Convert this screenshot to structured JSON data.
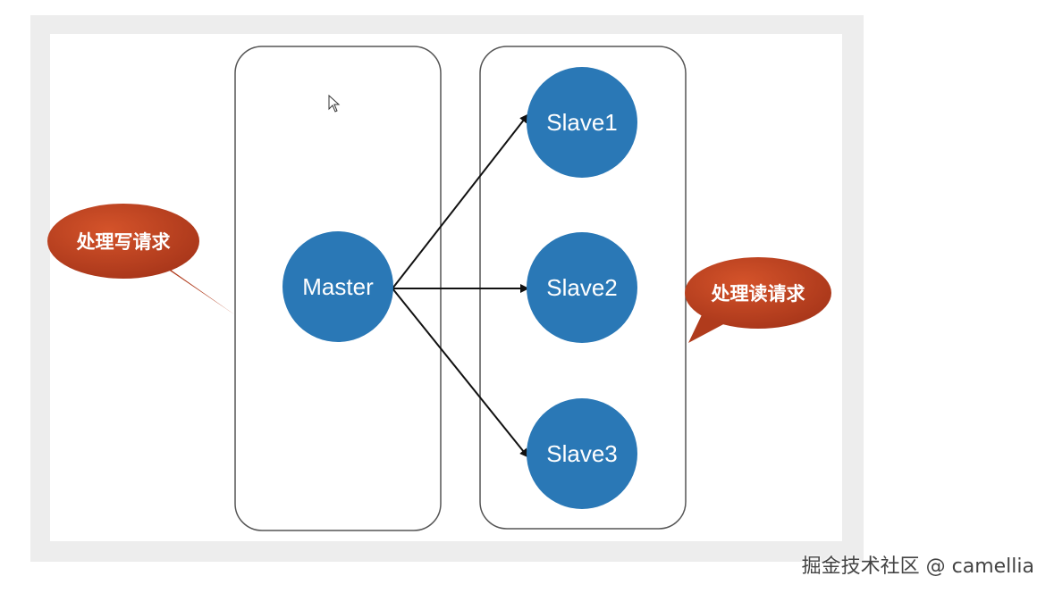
{
  "nodes": {
    "master": "Master",
    "slave1": "Slave1",
    "slave2": "Slave2",
    "slave3": "Slave3"
  },
  "callouts": {
    "write": "处理写请求",
    "read": "处理读请求"
  },
  "watermark": "掘金技术社区 @ camellia",
  "colors": {
    "node_fill": "#2a78b6",
    "callout_fill": "#c2451c",
    "frame_border": "#555555",
    "arrow": "#111111"
  }
}
